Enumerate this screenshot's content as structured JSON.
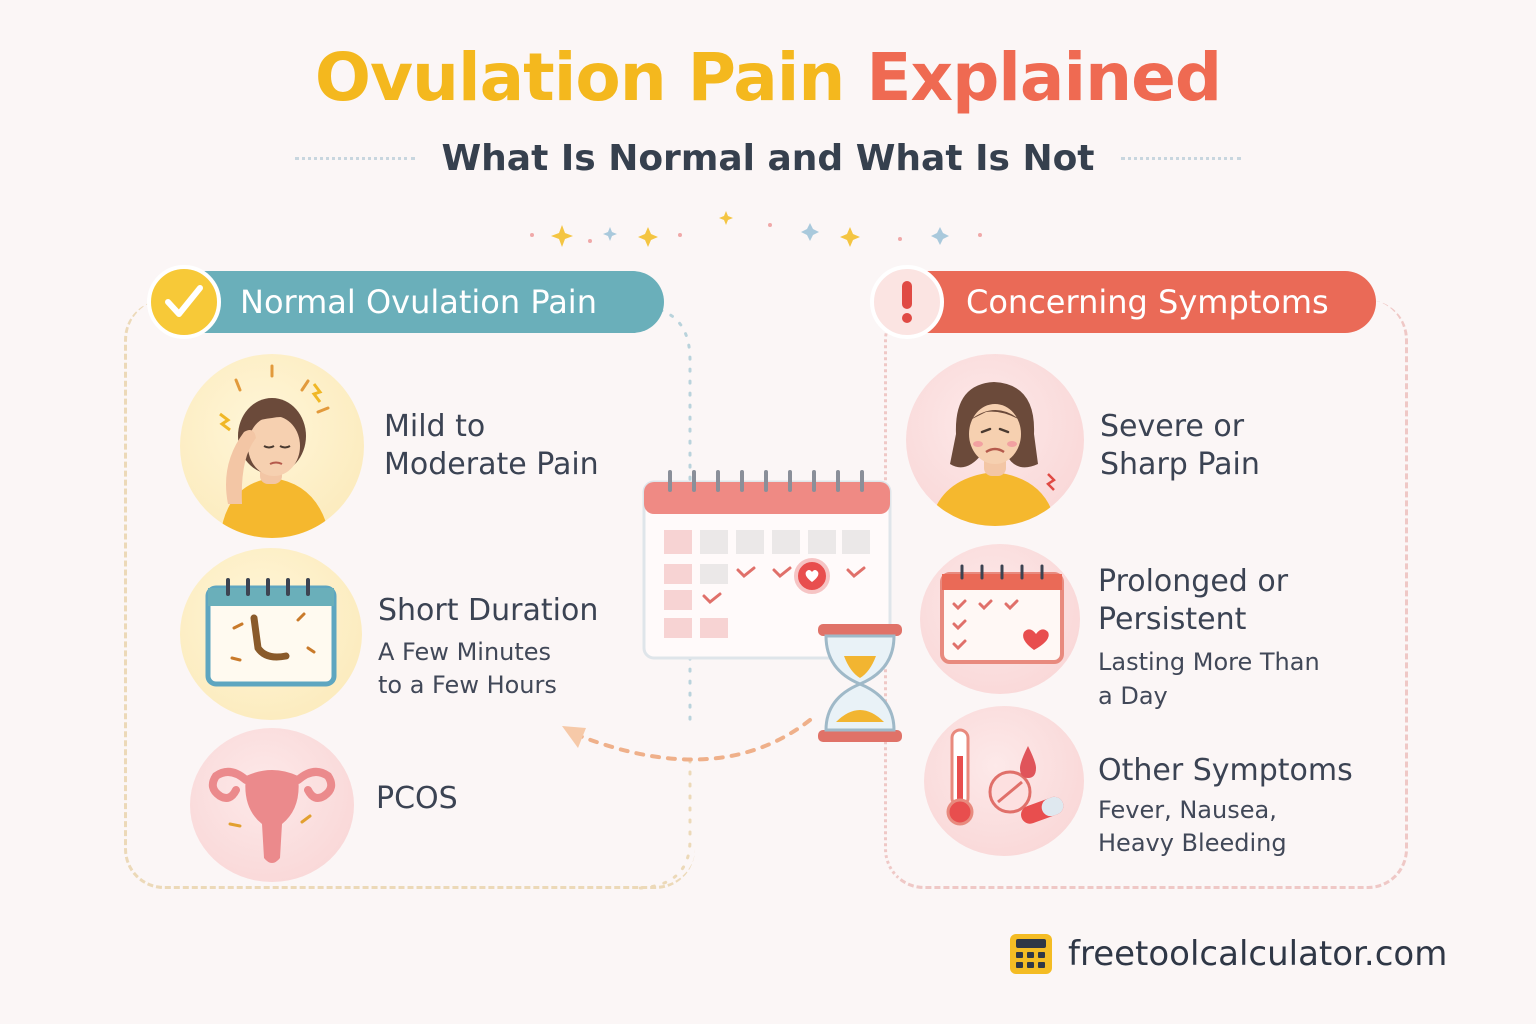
{
  "title": {
    "part1": "Ovulation Pain",
    "part2": "Explained"
  },
  "subtitle": "What Is Normal and What Is Not",
  "normal": {
    "heading": "Normal Ovulation Pain",
    "items": [
      {
        "title_line1": "Mild to",
        "title_line2": "Moderate Pain",
        "icon": "woman-holding-head-icon"
      },
      {
        "title": "Short Duration",
        "detail_line1": "A Few Minutes",
        "detail_line2": "to a Few Hours",
        "icon": "calendar-clock-icon"
      },
      {
        "title": "PCOS",
        "icon": "uterus-icon"
      }
    ]
  },
  "concerning": {
    "heading": "Concerning Symptoms",
    "items": [
      {
        "title_line1": "Severe or",
        "title_line2": "Sharp Pain",
        "icon": "woman-in-pain-icon"
      },
      {
        "title_line1": "Prolonged or",
        "title_line2": "Persistent",
        "detail_line1": "Lasting More Than",
        "detail_line2": "a Day",
        "icon": "calendar-heart-icon"
      },
      {
        "title": "Other Symptoms",
        "detail_line1": "Fever, Nausea,",
        "detail_line2": "Heavy Bleeding",
        "icon": "thermometer-pills-icon"
      }
    ]
  },
  "footer": {
    "site": "freetoolcalculator.com",
    "icon": "calculator-icon"
  },
  "colors": {
    "title_yellow": "#f4b81e",
    "title_red": "#ef6a52",
    "normal_teal": "#6aafba",
    "concern_red": "#ea6a57"
  }
}
